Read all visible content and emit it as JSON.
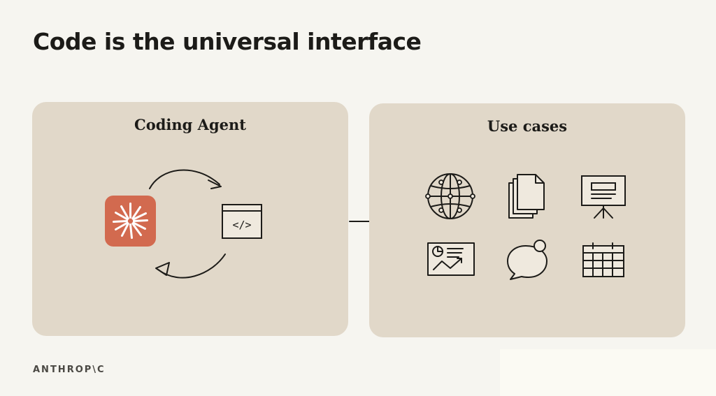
{
  "slide": {
    "title": "Code is the universal interface",
    "brand": "ANTHROP\\C"
  },
  "left_panel": {
    "title": "Coding Agent",
    "agent_icon": "starburst-logo",
    "editor_icon": "code-window-icon",
    "editor_glyph": "</>"
  },
  "right_panel": {
    "title": "Use cases",
    "icons": [
      "globe-icon",
      "documents-icon",
      "presentation-icon",
      "report-chart-icon",
      "chat-bubble-icon",
      "calendar-grid-icon"
    ]
  },
  "colors": {
    "background": "#f6f5f0",
    "panel": "#e1d8c9",
    "accent": "#d26a4f",
    "ink": "#1c1b18"
  }
}
